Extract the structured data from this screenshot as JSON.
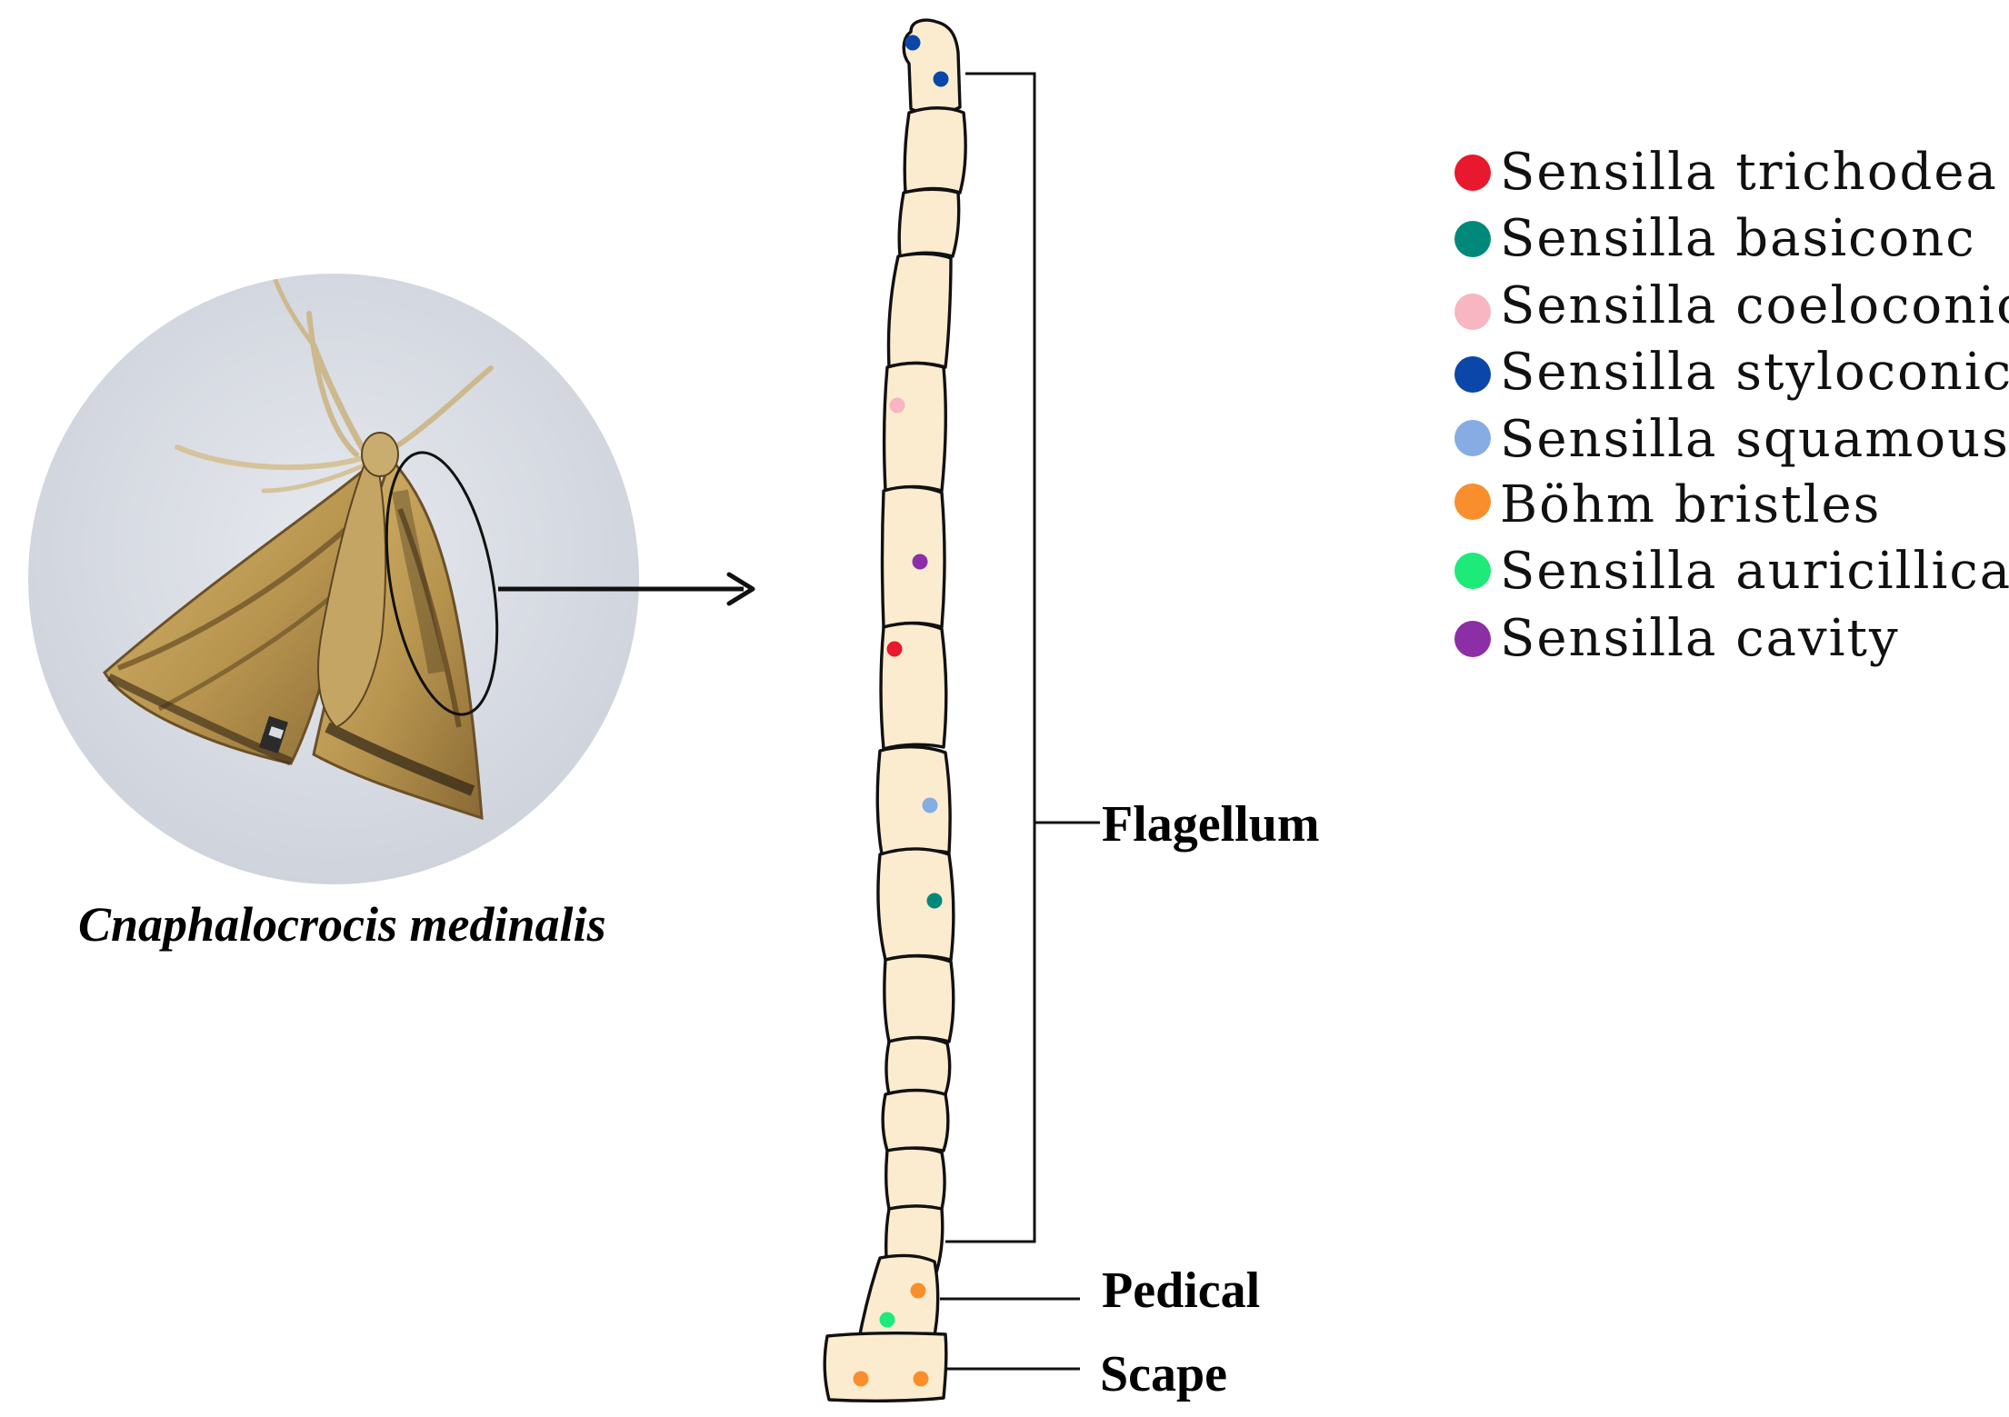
{
  "species_name": "Cnaphalocrocis medinalis",
  "antenna_parts": {
    "flagellum": "Flagellum",
    "pedicel": "Pedical",
    "scape": "Scape"
  },
  "colors": {
    "segment_fill": "#fbecd0",
    "outline": "#111111",
    "photo_background": "#d9dce3",
    "moth_body": "#b8954f"
  },
  "legend": [
    {
      "label": "Sensilla trichodea",
      "color": "#e8182e"
    },
    {
      "label": "Sensilla basiconc",
      "color": "#00897b"
    },
    {
      "label": "Sensilla coeloconica",
      "color": "#f7b6c2"
    },
    {
      "label": "Sensilla styloconica",
      "color": "#0a47a8"
    },
    {
      "label": "Sensilla squamous",
      "color": "#87ace3"
    },
    {
      "label": "Böhm bristles",
      "color": "#f88f2c"
    },
    {
      "label": "Sensilla auricillica",
      "color": "#1eea7a"
    },
    {
      "label": "Sensilla cavity",
      "color": "#8c2ea5"
    }
  ]
}
